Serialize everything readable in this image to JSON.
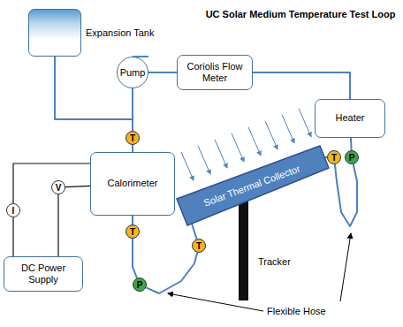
{
  "diagram": {
    "title": "UC Solar Medium Temperature Test Loop",
    "nodes": [
      {
        "text": [
          "Expansion Tank"
        ]
      },
      {
        "text": [
          "Pump"
        ]
      },
      {
        "text": [
          "Coriolis Flow Meter"
        ]
      },
      {
        "text": [
          "Heater"
        ]
      },
      {
        "text": [
          "T"
        ]
      },
      {
        "text": [
          "Calorimeter"
        ]
      },
      {
        "text": [
          "V"
        ]
      },
      {
        "text": [
          "I"
        ]
      },
      {
        "text": [
          "T"
        ]
      },
      {
        "text": [
          "P"
        ]
      },
      {
        "text": [
          "Solar Thermal Collector"
        ]
      },
      {
        "text": [
          "T"
        ]
      },
      {
        "text": [
          "T"
        ]
      },
      {
        "text": [
          "DC Power Supply"
        ]
      },
      {
        "text": [
          "P"
        ]
      }
    ],
    "edges": [
      {
        "from": 0,
        "to": 4,
        "arrow": "none"
      },
      {
        "from": 1,
        "to": 4,
        "arrow": "none"
      },
      {
        "from": 1,
        "to": 2,
        "arrow": "none"
      },
      {
        "from": 2,
        "to": 3,
        "arrow": "none"
      },
      {
        "from": 3,
        "to": 9,
        "arrow": "none"
      },
      {
        "from": 9,
        "to": 8,
        "arrow": "none"
      },
      {
        "from": 8,
        "to": 10,
        "arrow": "none"
      },
      {
        "from": 4,
        "to": 5,
        "arrow": "none"
      },
      {
        "from": 5,
        "to": 11,
        "arrow": "none"
      },
      {
        "from": 11,
        "to": 14,
        "arrow": "none"
      },
      {
        "from": 14,
        "to": 12,
        "arrow": "none"
      },
      {
        "from": 12,
        "to": 10,
        "arrow": "none"
      },
      {
        "from": 13,
        "to": 7,
        "arrow": "none"
      },
      {
        "from": 7,
        "to": 5,
        "arrow": "none"
      },
      {
        "from": 13,
        "to": 6,
        "arrow": "none"
      },
      {
        "from": 6,
        "to": 5,
        "arrow": "none"
      }
    ],
    "labels": [
      "Tracker",
      "Flexible Hose"
    ]
  }
}
